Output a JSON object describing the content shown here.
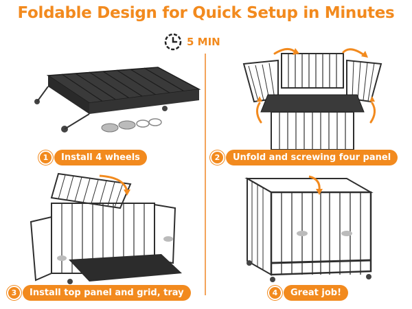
{
  "title": "Foldable Design for Quick Setup in Minutes",
  "timer_label": "5 MIN",
  "steps": [
    {
      "num": "1",
      "label": "Install 4 wheels"
    },
    {
      "num": "2",
      "label": "Unfold and screwing four panel"
    },
    {
      "num": "3",
      "label": "Install top panel and grid, tray"
    },
    {
      "num": "4",
      "label": "Great job!"
    }
  ],
  "colors": {
    "accent": "#f28a1e",
    "cage": "#2e2e2e",
    "divider": "#f3a35a"
  }
}
